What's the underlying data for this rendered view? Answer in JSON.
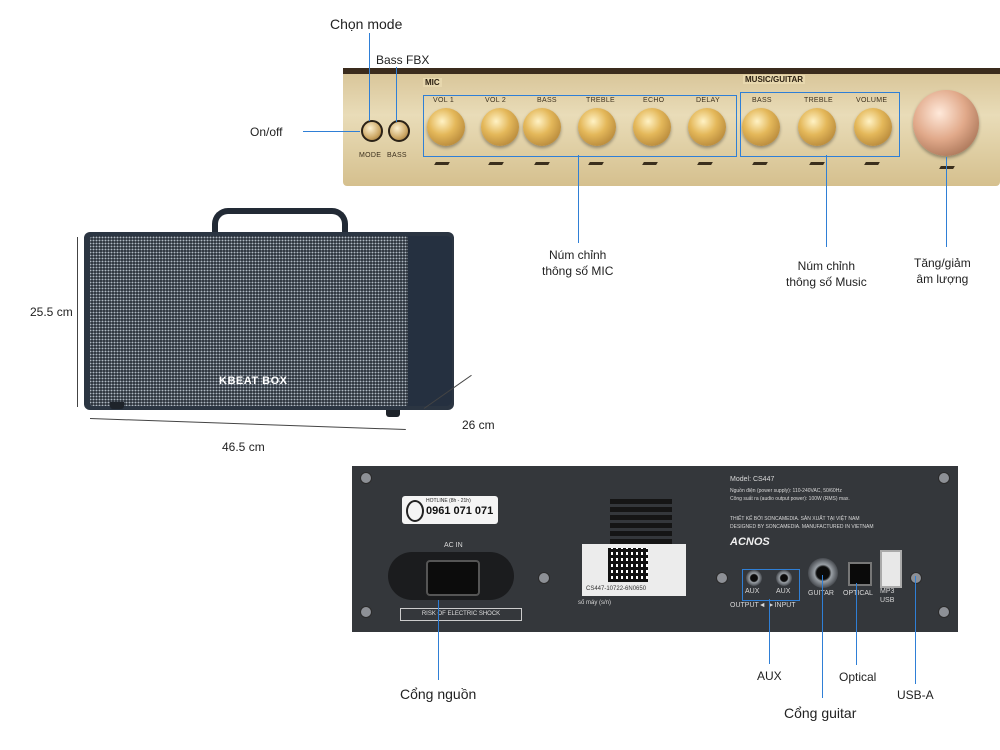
{
  "top_labels": {
    "chon_mode": "Chọn mode",
    "bass_fbx": "Bass FBX",
    "on_off": "On/off",
    "mic_knobs": [
      "Núm chỉnh",
      "thông số MIC"
    ],
    "music_knobs": [
      "Núm chỉnh",
      "thông số Music"
    ],
    "volume": [
      "Tăng/giảm",
      "âm lượng"
    ]
  },
  "panel": {
    "mic_title": "MIC",
    "music_title": "MUSIC/GUITAR",
    "mic_knobs": [
      "VOL 1",
      "VOL 2",
      "BASS",
      "TREBLE",
      "ECHO",
      "DELAY"
    ],
    "music_knobs": [
      "BASS",
      "TREBLE",
      "VOLUME"
    ],
    "left_buttons": [
      "MODE",
      "BASS"
    ]
  },
  "speaker": {
    "brand": "KBEAT BOX",
    "height": "25.5 cm",
    "width": "46.5 cm",
    "depth": "26 cm"
  },
  "rear": {
    "hotline_label": "HOTLINE (8h - 21h)",
    "hotline": "0961 071 071",
    "ac_in": "AC IN",
    "warning": "RISK OF ELECTRIC SHOCK",
    "model": "Model: CS447",
    "spec1": "Nguồn điện (power supply): 110-240VAC, 50/60Hz",
    "spec2": "Công suất ra (audio output power): 100W (RMS) max.",
    "spec3": "THIẾT KẾ BỞI SONCAMEDIA. SẢN XUẤT TẠI VIỆT NAM",
    "spec4": "DESIGNED BY SONCAMEDIA. MANUFACTURED IN VIETNAM",
    "logo": "ACNOS",
    "serial": "CS447-10722-6N0650",
    "serial_label": "số máy (s/n)",
    "aux1": "AUX",
    "aux2": "AUX",
    "io": "OUTPUT◄ ►INPUT",
    "guitar": "GUITAR",
    "optical": "OPTICAL",
    "mp3": "MP3",
    "usb": "USB"
  },
  "bottom_labels": {
    "power": "Cổng nguồn",
    "aux": "AUX",
    "guitar": "Cổng guitar",
    "optical": "Optical",
    "usb": "USB-A"
  },
  "colors": {
    "callout": "#2f7fd6",
    "panel_gold": "#e2d2a6",
    "speaker_body": "#2b3542"
  }
}
